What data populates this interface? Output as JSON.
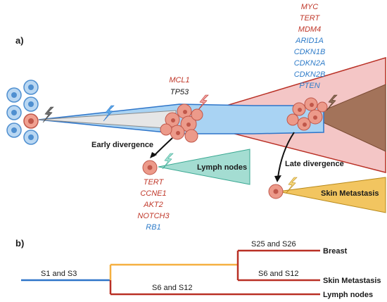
{
  "panel_a": {
    "label": "a)",
    "top_genes": [
      {
        "text": "MYC",
        "color": "red"
      },
      {
        "text": "TERT",
        "color": "red"
      },
      {
        "text": "MDM4",
        "color": "red"
      },
      {
        "text": "ARID1A",
        "color": "blue"
      },
      {
        "text": "CDKN1B",
        "color": "blue"
      },
      {
        "text": "CDKN2A",
        "color": "blue"
      },
      {
        "text": "CDKN2B",
        "color": "blue"
      },
      {
        "text": "PTEN",
        "color": "blue"
      }
    ],
    "mid_genes": [
      {
        "text": "MCL1",
        "color": "red"
      },
      {
        "text": "TP53",
        "color": "dark"
      }
    ],
    "bottom_genes": [
      {
        "text": "TERT",
        "color": "red"
      },
      {
        "text": "CCNE1",
        "color": "red"
      },
      {
        "text": "AKT2",
        "color": "red"
      },
      {
        "text": "NOTCH3",
        "color": "red"
      },
      {
        "text": "RB1",
        "color": "blue"
      }
    ],
    "early_divergence": "Early divergence",
    "late_divergence": "Late divergence",
    "lymph_nodes": "Lymph nodes",
    "skin_metastasis": "Skin Metastasis"
  },
  "panel_b": {
    "label": "b)",
    "s1_s3": "S1 and S3",
    "s25_s26": "S25 and S26",
    "s6_s12_upper": "S6 and S12",
    "s6_s12_lower": "S6 and S12",
    "breast": "Breast",
    "skin": "Skin Metastasis",
    "lymph": "Lymph nodes"
  },
  "colors": {
    "red_text": "#c0392b",
    "blue_text": "#2f7cc9",
    "blue_branch": "#2e75c9",
    "orange_branch": "#f5b041",
    "red_branch": "#b93025",
    "lymph_fill": "#9fd8cf",
    "skin_fill": "#f0c35a",
    "breast_fill": "#f4c0c0",
    "breast_core": "#a0705a",
    "blue_fill": "#9fcdf0"
  }
}
